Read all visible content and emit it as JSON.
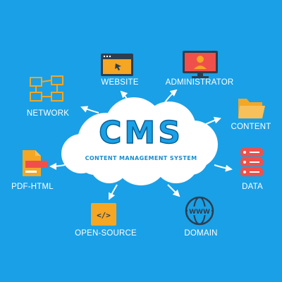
{
  "center": {
    "title": "CMS",
    "subtitle": "CONTENT MANAGEMENT SYSTEM"
  },
  "nodes": [
    {
      "id": "website",
      "label": "WEBSITE",
      "icon": "browser-window-icon"
    },
    {
      "id": "administrator",
      "label": "ADMINISTRATOR",
      "icon": "admin-monitor-icon"
    },
    {
      "id": "network",
      "label": "NETWORK",
      "icon": "network-computers-icon"
    },
    {
      "id": "content",
      "label": "CONTENT",
      "icon": "folder-icon"
    },
    {
      "id": "pdf-html",
      "label": "PDF-HTML",
      "icon": "document-convert-icon"
    },
    {
      "id": "data",
      "label": "DATA",
      "icon": "database-server-icon"
    },
    {
      "id": "open-source",
      "label": "OPEN-SOURCE",
      "icon": "code-file-icon"
    },
    {
      "id": "domain",
      "label": "DOMAIN",
      "icon": "www-globe-icon"
    }
  ],
  "colors": {
    "background": "#1aa0e6",
    "cloud": "#ffffff",
    "accent_orange": "#f5a623",
    "accent_red": "#f0504a",
    "icon_dark": "#2d3e50"
  }
}
